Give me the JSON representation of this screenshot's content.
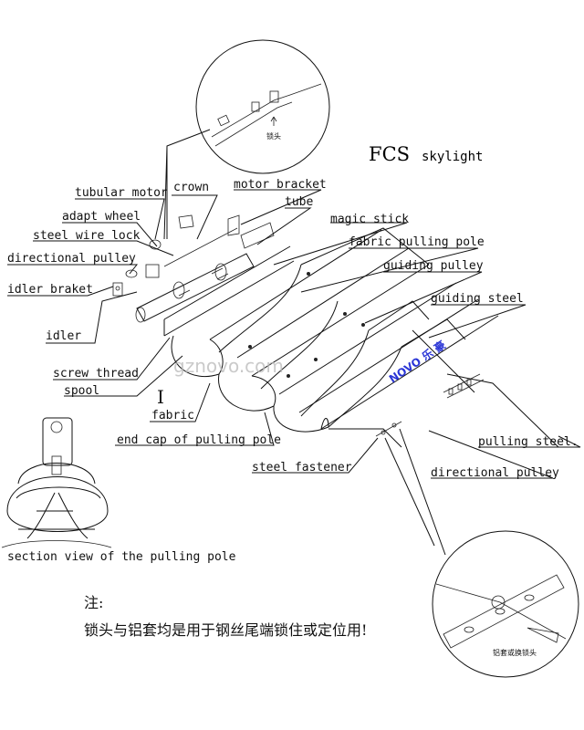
{
  "title": {
    "main": "FCS",
    "sub": "skylight"
  },
  "labels": {
    "tubular_motor": "tubular motor",
    "crown": "crown",
    "motor_bracket": "motor bracket",
    "tube": "tube",
    "adapt_wheel": "adapt wheel",
    "steel_wire_lock": "steel wire lock",
    "directional_pulley_left": "directional pulley",
    "magic_stick": "magic stick",
    "fabric_pulling_pole": "fabric pulling pole",
    "idler_braket": "idler braket",
    "guiding_pulley": "guiding pulley",
    "guiding_steel": "guiding  steel",
    "idler": "idler",
    "screw_thread": "screw thread",
    "spool": "spool",
    "section_marker": "I",
    "fabric": "fabric",
    "end_cap": "end cap of pulling pole",
    "pulling_steel": "pulling  steel.",
    "steel_fastener": "steel fastener",
    "directional_pulley_right": "directional pulley",
    "section_view": "section view of the pulling  pole"
  },
  "notes": {
    "heading": "注:",
    "body": "锁头与铝套均是用于钢丝尾端锁住或定位用!"
  },
  "detail_labels": {
    "top": "锁头",
    "bottom": "铝套或换锁头"
  },
  "watermark": "gznovo.com",
  "logo_text": "NOVO 乐 豪"
}
